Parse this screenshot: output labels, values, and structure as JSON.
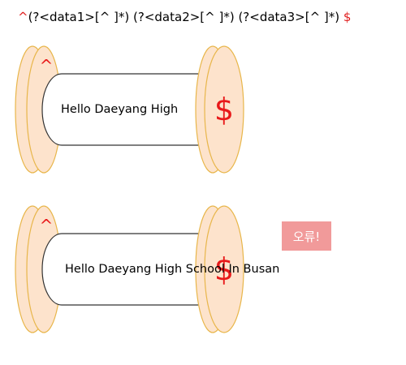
{
  "regex": {
    "start": "^",
    "body": "(?<data1>[^ ]*) (?<data2>[^ ]*) (?<data3>[^ ]*)",
    "end": "$"
  },
  "spools": [
    {
      "start_symbol": "^",
      "end_symbol": "$",
      "text": "Hello Daeyang High"
    },
    {
      "start_symbol": "^",
      "end_symbol": "$",
      "text": "Hello Daeyang High School In Busan"
    }
  ],
  "error_badge": "오류!",
  "colors": {
    "spool_fill": "#fde3cc",
    "spool_stroke": "#e8b64a",
    "symbol": "#e8191a",
    "badge_bg": "#f19a9a",
    "badge_text": "#ffffff"
  }
}
